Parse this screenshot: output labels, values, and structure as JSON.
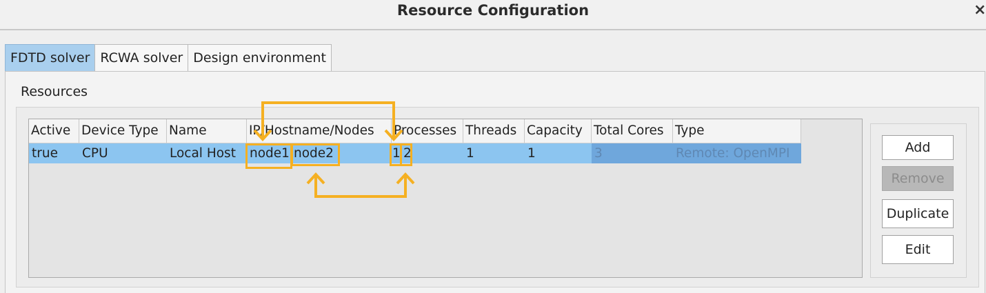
{
  "window": {
    "title": "Resource Configuration",
    "close_glyph": "×"
  },
  "tabs": [
    {
      "label": "FDTD solver",
      "active": true
    },
    {
      "label": "RCWA solver",
      "active": false
    },
    {
      "label": "Design environment",
      "active": false
    }
  ],
  "resources": {
    "section_label": "Resources",
    "columns": [
      "Active",
      "Device Type",
      "Name",
      "IP/Hostname/Nodes",
      "Processes",
      "Threads",
      "Capacity",
      "Total Cores",
      "Type"
    ],
    "rows": [
      {
        "active": "true",
        "device_type": "CPU",
        "name": "Local Host",
        "host_node1": "node1",
        "host_node2": "node2",
        "process1": "1",
        "process2": "2",
        "threads": "1",
        "capacity": "1",
        "total_cores": "3",
        "type": "Remote: OpenMPI"
      }
    ]
  },
  "buttons": {
    "add": "Add",
    "remove": "Remove",
    "duplicate": "Duplicate",
    "edit": "Edit"
  },
  "annotation": {
    "highlight_color": "#f5b022",
    "selected_row_color": "#8cc5f0"
  }
}
